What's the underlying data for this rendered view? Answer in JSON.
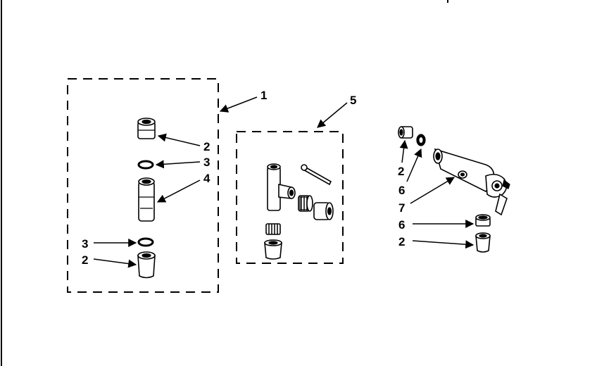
{
  "diagram": {
    "colors": {
      "ink": "#000000",
      "paper": "#ffffff"
    },
    "callouts": [
      {
        "id": "c1",
        "text": "1"
      },
      {
        "id": "c2a",
        "text": "2"
      },
      {
        "id": "c3a",
        "text": "3"
      },
      {
        "id": "c4",
        "text": "4"
      },
      {
        "id": "c3b",
        "text": "3"
      },
      {
        "id": "c2b",
        "text": "2"
      },
      {
        "id": "c5",
        "text": "5"
      },
      {
        "id": "c2c",
        "text": "2"
      },
      {
        "id": "c6a",
        "text": "6"
      },
      {
        "id": "c7",
        "text": "7"
      },
      {
        "id": "c6b",
        "text": "6"
      },
      {
        "id": "c2d",
        "text": "2"
      }
    ]
  }
}
